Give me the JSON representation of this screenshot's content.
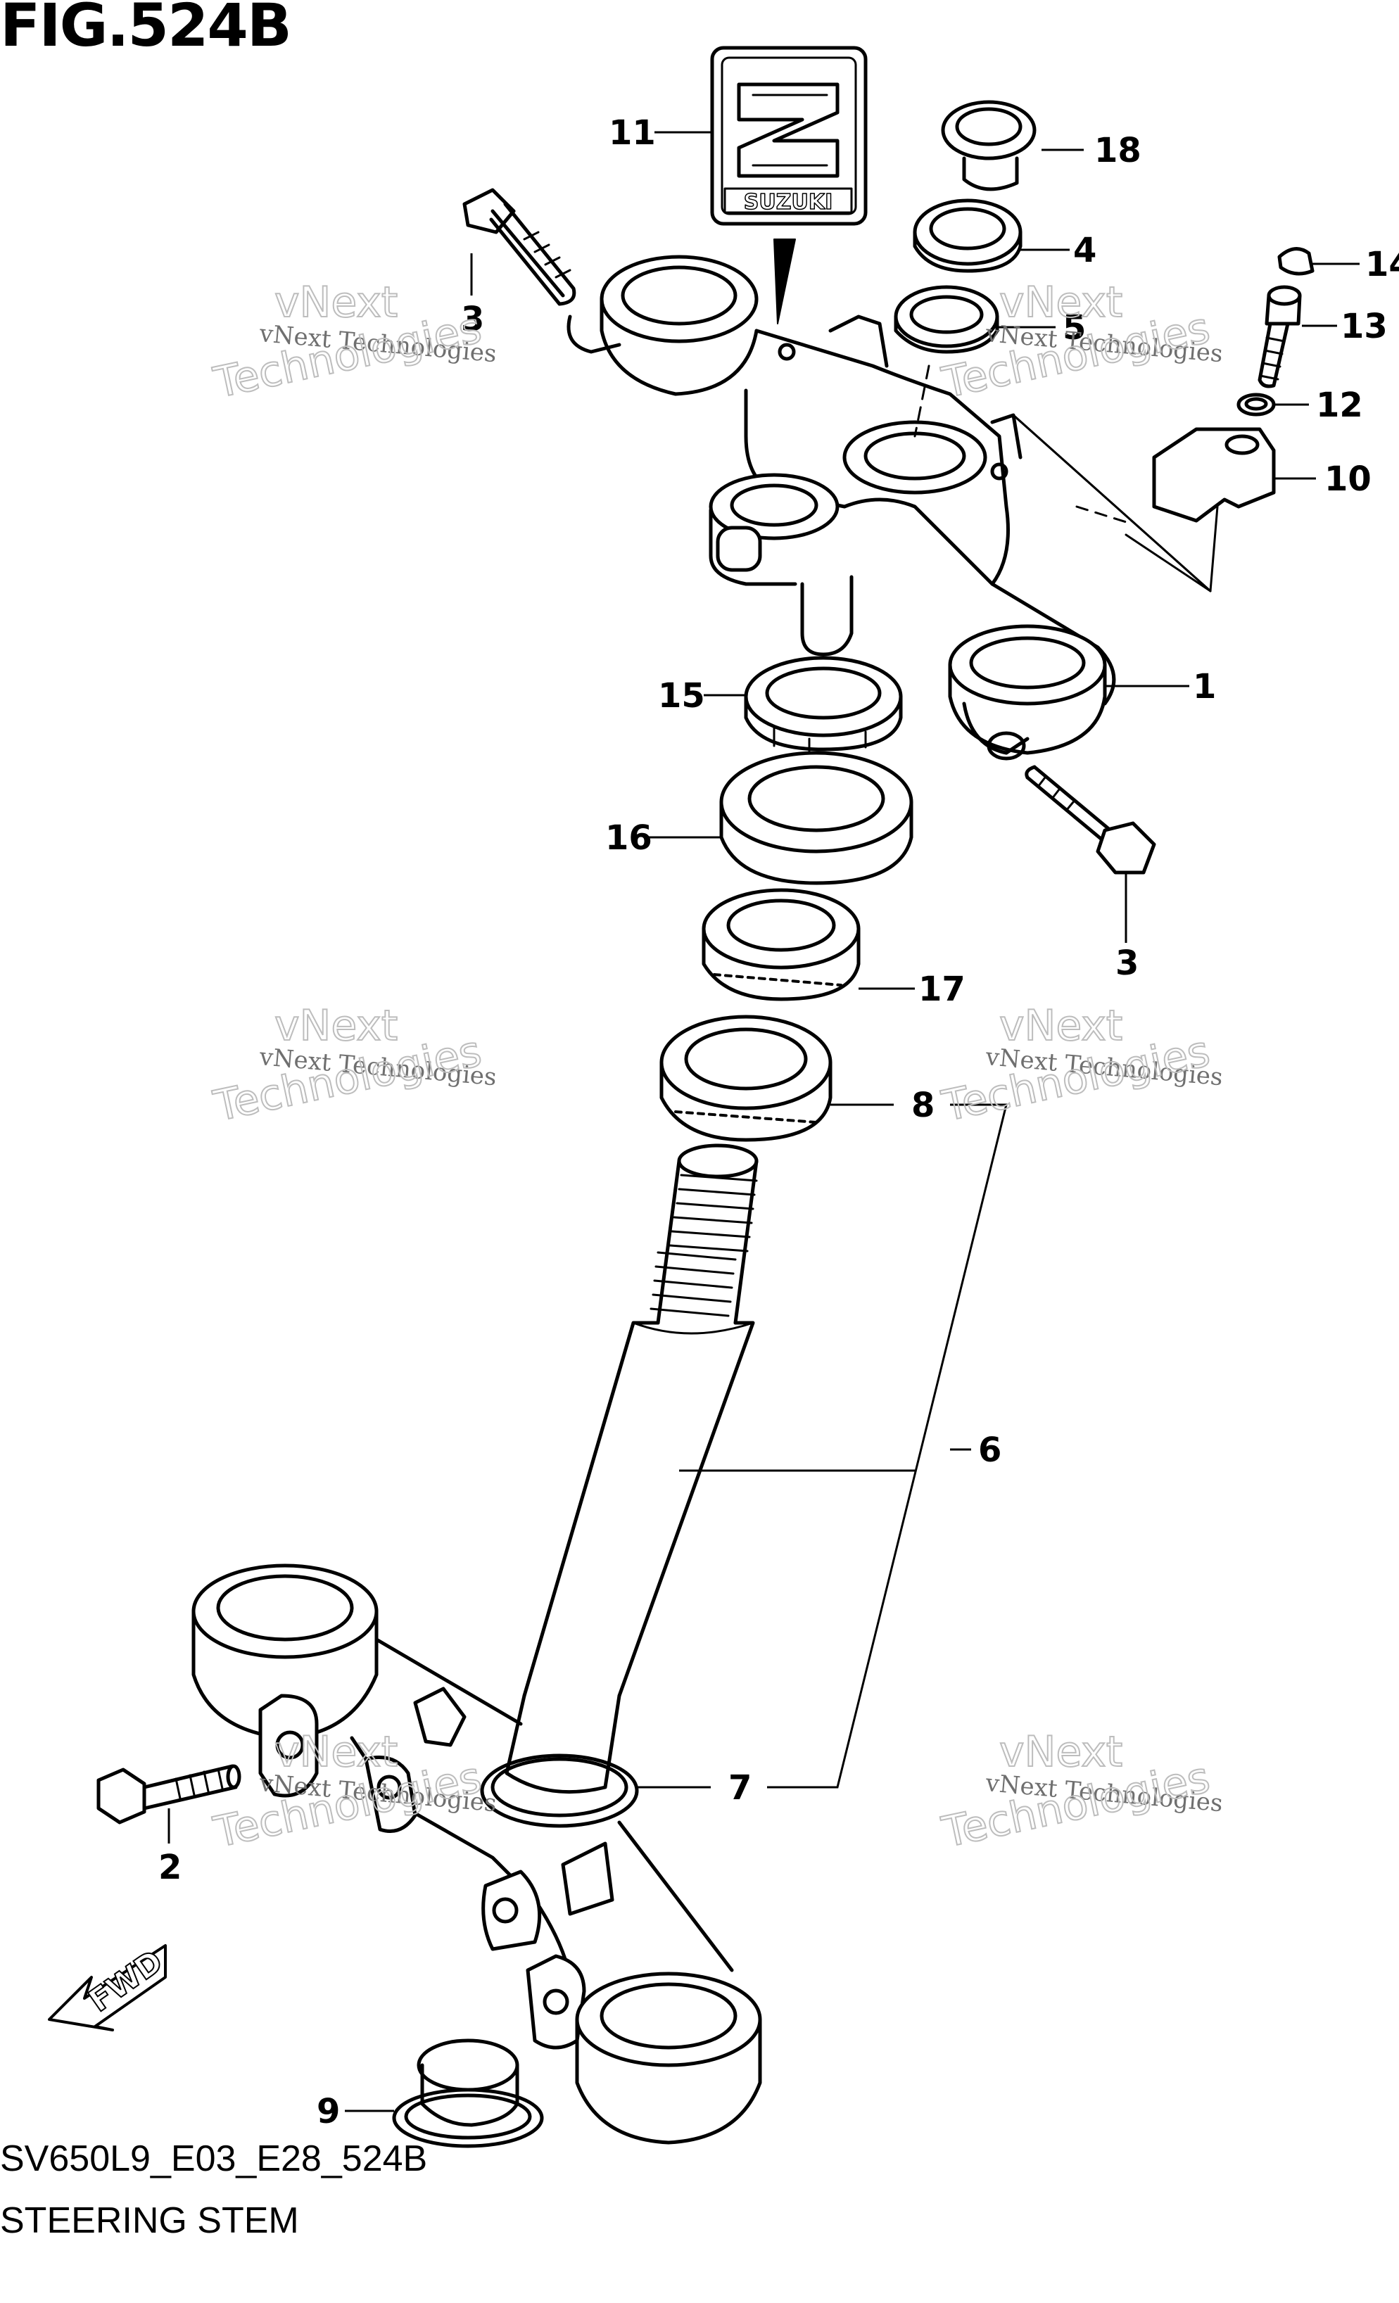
{
  "figure": {
    "title": "FIG.524B",
    "code": "SV650L9_E03_E28_524B",
    "subtitle": "STEERING STEM"
  },
  "watermark": {
    "line1": "vNext Technologies",
    "line2": "vNext",
    "line3": "Technologies"
  },
  "logo": {
    "brand": "SUZUKI"
  },
  "fwd": {
    "label": "FWD"
  },
  "callouts": {
    "c1": "1",
    "c2": "2",
    "c3a": "3",
    "c3b": "3",
    "c4": "4",
    "c5": "5",
    "c6": "6",
    "c7": "7",
    "c8": "8",
    "c9": "9",
    "c10": "10",
    "c11": "11",
    "c12": "12",
    "c13": "13",
    "c14": "14",
    "c15": "15",
    "c16": "16",
    "c17": "17",
    "c18": "18"
  }
}
